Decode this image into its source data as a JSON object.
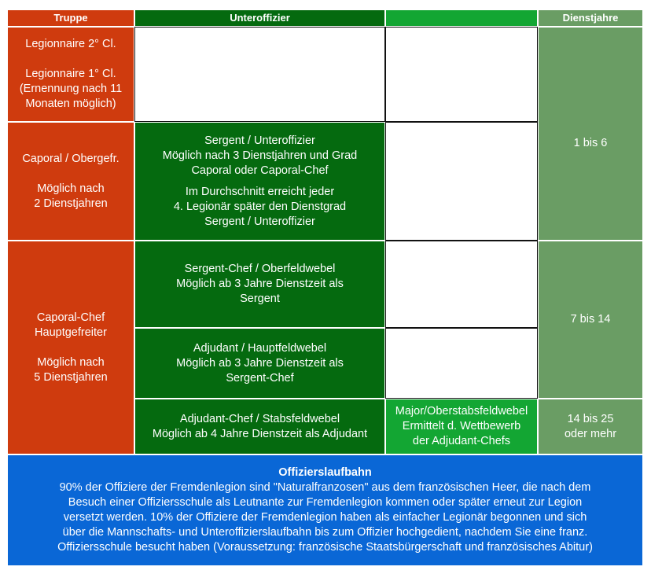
{
  "headers": {
    "truppe": "Truppe",
    "unteroffizier": "Unteroffizier",
    "col3": "",
    "dienstjahre": "Dienstjahre"
  },
  "truppe": {
    "r1_line1": "Legionnaire 2° Cl.",
    "r1_line2": "Legionnaire 1° Cl.",
    "r1_line3": "(Ernennung nach 11",
    "r1_line4": "Monaten möglich)",
    "r2_line1": "Caporal / Obergefr.",
    "r2_line2": "Möglich nach",
    "r2_line3": "2 Dienstjahren",
    "r3_line1": "Caporal-Chef",
    "r3_line2": "Hauptgefreiter",
    "r3_line3": "Möglich nach",
    "r3_line4": "5 Dienstjahren"
  },
  "unteroffizier": {
    "sergent_l1": "Sergent / Unteroffizier",
    "sergent_l2": "Möglich nach 3 Dienstjahren und Grad",
    "sergent_l3": "Caporal oder Caporal-Chef",
    "sergent_l4": "Im Durchschnitt erreicht jeder",
    "sergent_l5": "4. Legionär später den Dienstgrad",
    "sergent_l6": "Sergent / Unteroffizier",
    "sergentchef_l1": "Sergent-Chef / Oberfeldwebel",
    "sergentchef_l2": "Möglich ab 3 Jahre Dienstzeit als",
    "sergentchef_l3": "Sergent",
    "adjudant_l1": "Adjudant / Hauptfeldwebel",
    "adjudant_l2": "Möglich ab 3 Jahre Dienstzeit als",
    "adjudant_l3": "Sergent-Chef",
    "adjchef_l1": "Adjudant-Chef / Stabsfeldwebel",
    "adjchef_l2": "Möglich ab 4 Jahre Dienstzeit als Adjudant"
  },
  "major": {
    "l1": "Major/Oberstabsfeldwebel",
    "l2": "Ermittelt d. Wettbewerb",
    "l3": "der Adjudant-Chefs"
  },
  "dienstjahre": {
    "range1": "1 bis 6",
    "range2": "7 bis 14",
    "range3_l1": "14 bis 25",
    "range3_l2": "oder mehr"
  },
  "officers": {
    "title": "Offizierslaufbahn",
    "l1": "90% der Offiziere der Fremdenlegion sind \"Naturalfranzosen\" aus dem französischen Heer, die nach dem",
    "l2": "Besuch einer Offiziersschule als Leutnante zur Fremdenlegion kommen oder später erneut zur Legion",
    "l3": "versetzt werden. 10% der Offiziere der Fremdenlegion haben als einfacher Legionär begonnen und sich",
    "l4": "über die Mannschafts- und Unteroffizierslaufbahn bis zum Offizier hochgedient, nachdem Sie eine franz.",
    "l5": "Offiziersschule besucht haben (Voraussetzung: französische Staatsbürgerschaft und französisches Abitur)"
  },
  "colors": {
    "red": "#cf3b0e",
    "dark_green": "#056a0f",
    "bright_green": "#13a633",
    "sage": "#6a9d64",
    "blue": "#0a67d6"
  }
}
